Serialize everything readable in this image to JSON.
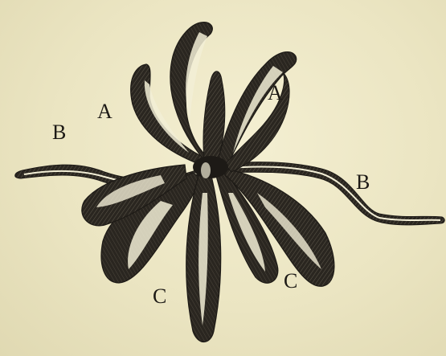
{
  "figure": {
    "subject": "flower-engraving",
    "labels": {
      "a_left": "A",
      "a_right": "A",
      "b_left": "B",
      "b_right": "B",
      "c_left": "C",
      "c_right": "C"
    },
    "colors": {
      "paper": "#ebe6c4",
      "ink": "#1d1a16",
      "petal_highlight": "#f2eed6"
    }
  }
}
